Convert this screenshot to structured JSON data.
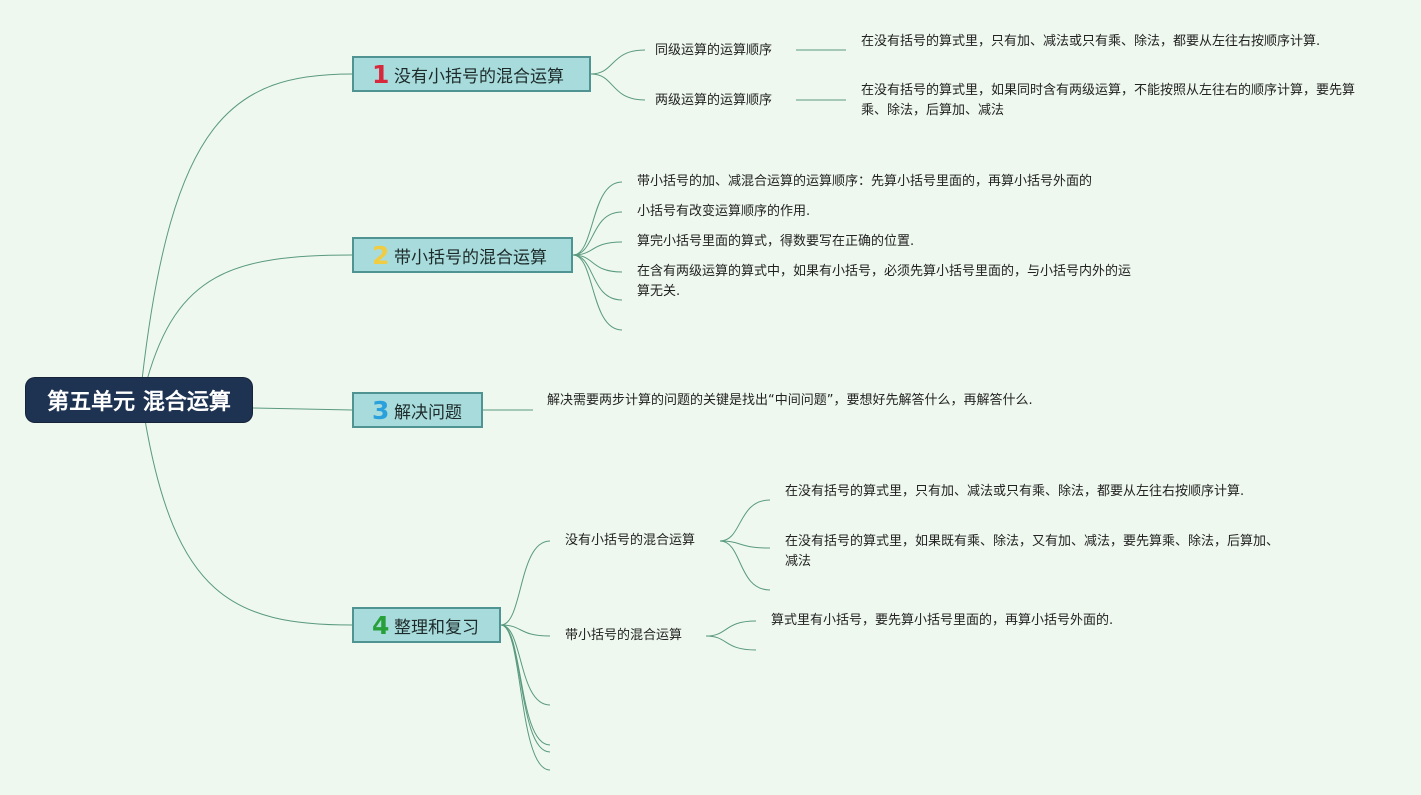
{
  "root": {
    "title": "第五单元 混合运算"
  },
  "colors": {
    "background": "#eef8ef",
    "root_fill": "#1e3252",
    "topic_fill": "#a8dcdc",
    "topic_border": "#4f9393",
    "line": "#5a9a7e",
    "num1": "#d8283b",
    "num2": "#f0cc43",
    "num3": "#2aa1dc",
    "num4": "#28a03a"
  },
  "topics": [
    {
      "num": "1",
      "label": "没有小括号的混合运算",
      "subtopics": [
        {
          "label": "同级运算的运算顺序",
          "detail": "在没有括号的算式里，只有加、减法或只有乘、除法，都要从左往右按顺序计算."
        },
        {
          "label": "两级运算的运算顺序",
          "detail": "在没有括号的算式里，如果同时含有两级运算，不能按照从左往右的顺序计算，要先算乘、除法，后算加、减法"
        }
      ]
    },
    {
      "num": "2",
      "label": "带小括号的混合运算",
      "items": [
        "带小括号的加、减混合运算的运算顺序：先算小括号里面的，再算小括号外面的",
        "小括号有改变运算顺序的作用.",
        "算完小括号里面的算式，得数要写在正确的位置.",
        "在含有两级运算的算式中，如果有小括号，必须先算小括号里面的，与小括号内外的运算无关."
      ]
    },
    {
      "num": "3",
      "label": "解决问题",
      "detail": "解决需要两步计算的问题的关键是找出“中间问题”，要想好先解答什么，再解答什么."
    },
    {
      "num": "4",
      "label": "整理和复习",
      "subtopics": [
        {
          "label": "没有小括号的混合运算",
          "items": [
            "在没有括号的算式里，只有加、减法或只有乘、除法，都要从左往右按顺序计算.",
            "在没有括号的算式里，如果既有乘、除法，又有加、减法，要先算乘、除法，后算加、减法"
          ]
        },
        {
          "label": "带小括号的混合运算",
          "items": [
            "算式里有小括号，要先算小括号里面的，再算小括号外面的."
          ]
        }
      ]
    }
  ]
}
